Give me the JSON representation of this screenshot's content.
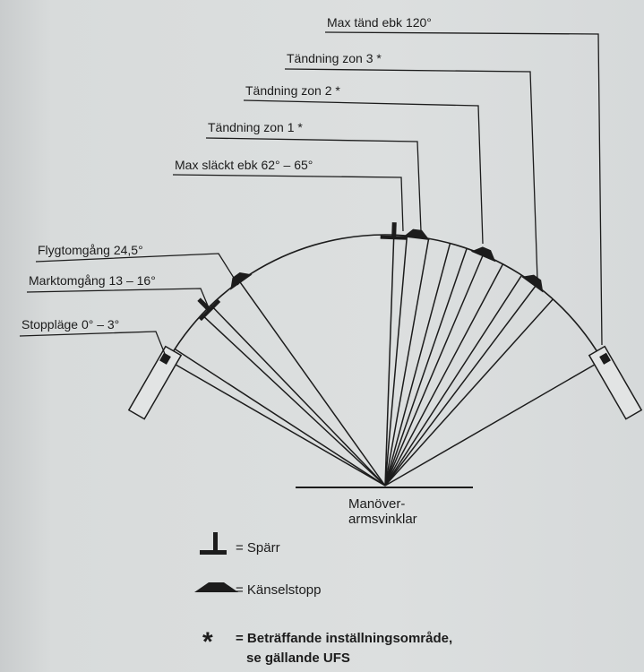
{
  "labels": {
    "max_tand": "Max tänd ebk 120°",
    "zon3": "Tändning zon 3 *",
    "zon2": "Tändning zon 2 *",
    "zon1": "Tändning zon 1 *",
    "max_slackt": "Max släckt ebk 62° – 65°",
    "flygtomgang": "Flygtomgång 24,5°",
    "marktomgang": "Marktomgång 13 – 16°",
    "stopplage": "Stoppläge 0° – 3°"
  },
  "pivot_label": [
    "Manöver-",
    "armsvinklar"
  ],
  "legend": {
    "sparr": "= Spärr",
    "kanselstopp": "= Känselstopp",
    "asterisk_line1": "= Beträffande inställningsområde,",
    "asterisk_line2": "se gällande UFS"
  },
  "angles_deg": {
    "fan_lines": [
      0,
      3,
      13,
      16,
      24.5,
      62,
      65,
      70,
      75,
      79,
      83,
      88,
      93,
      97,
      102,
      120
    ],
    "sparr_marks": [
      15,
      62
    ],
    "kanselstopp_marks": [
      24.5,
      67,
      83,
      96
    ],
    "stop_marks": [
      0,
      120
    ],
    "arc_range": [
      0,
      120
    ]
  }
}
